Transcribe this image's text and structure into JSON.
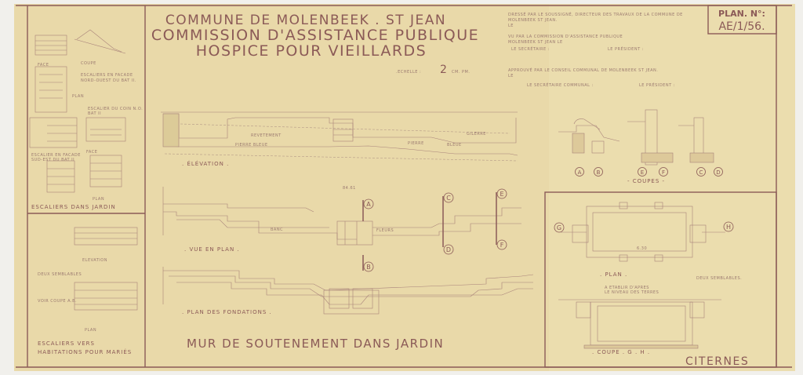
{
  "header": {
    "line1": "COMMUNE DE MOLENBEEK . ST JEAN",
    "line2": "COMMISSION D'ASSISTANCE PUBLIQUE",
    "line3": "HOSPICE POUR VIEILLARDS",
    "scale_label": ".ECHELLE :",
    "scale_value": "2",
    "scale_unit": "CM. PM."
  },
  "plan_number": {
    "label": "PLAN. N°:",
    "value": "AE/1/56."
  },
  "approvals": {
    "line1": "DRESSÉ PAR LE SOUSSIGNÉ, DIRECTEUR DES TRAVAUX DE LA COMMUNE DE",
    "line2": "MOLENBEEK ST JEAN.",
    "line3": "LE",
    "line4": "VU PAR LA COMMISSION D'ASSISTANCE PUBLIQUE",
    "line5": "MOLENBEEK ST JEAN LE",
    "secretary": "LE SECRÉTAIRE :",
    "president": "LE PRÉSIDENT :",
    "line6": "APPROUVÉ PAR LE CONSEIL COMMUNAL DE MOLENBEEK ST JEAN.",
    "line7": "LE",
    "secretary_communal": "LE SECRÉTAIRE COMMUNAL :",
    "president2": "LE PRÉSIDENT :"
  },
  "left_panel": {
    "coupe": "COUPE",
    "face": "FACE",
    "plan": "PLAN",
    "note1a": "ESCALIERS EN FACADE",
    "note1b": "NORD-OUEST DU BAT II.",
    "note2a": "ESCALIER DU COIN N.O.",
    "note2b": "BAT II",
    "note3a": "ESCALIER EN FACADE",
    "note3b": "SUD-EST DU BAT II",
    "face2": "FACE",
    "plan2": "PLAN",
    "title_top": "ESCALIERS DANS JARDIN",
    "elevation": "ELEVATION",
    "deux": "DEUX SEMBLABLES",
    "voir": "VOIR COUPE A.B.",
    "plan3": "PLAN",
    "title_bottom1": "ESCALIERS VERS",
    "title_bottom2": "HABITATIONS POUR MARIÉS"
  },
  "main": {
    "elevation_label": ". ÉLÉVATION .",
    "elevation_notes": [
      "REVETEMENT",
      "PIERRE BLEUE",
      "PIERRE",
      "BLEUE",
      "GILERRE"
    ],
    "plan_label": ". VUE EN PLAN .",
    "plan_total": "84.61",
    "plan_notes": [
      "FLEURS",
      "BANC"
    ],
    "foundations_label": ". PLAN DES FONDATIONS .",
    "title": "MUR DE SOUTENEMENT DANS JARDIN",
    "markers": [
      "A",
      "B",
      "C",
      "D",
      "E",
      "F"
    ]
  },
  "coupes": {
    "pairs": [
      "A",
      "B",
      "E",
      "F",
      "C",
      "D"
    ],
    "label": "- COUPES -"
  },
  "citernes": {
    "markers": [
      "G",
      "H"
    ],
    "dimension": "6.30",
    "plan_label": ". PLAN .",
    "deux": "DEUX SEMBLABLES.",
    "note1": "A ETABLIR D'APRES",
    "note2": "LE NIVEAU DES TERRES",
    "coupe_label": ". COUPE . G . H .",
    "title": "CITERNES"
  },
  "colors": {
    "paper": "#e9d9a9",
    "ink": "#8b5a57"
  }
}
